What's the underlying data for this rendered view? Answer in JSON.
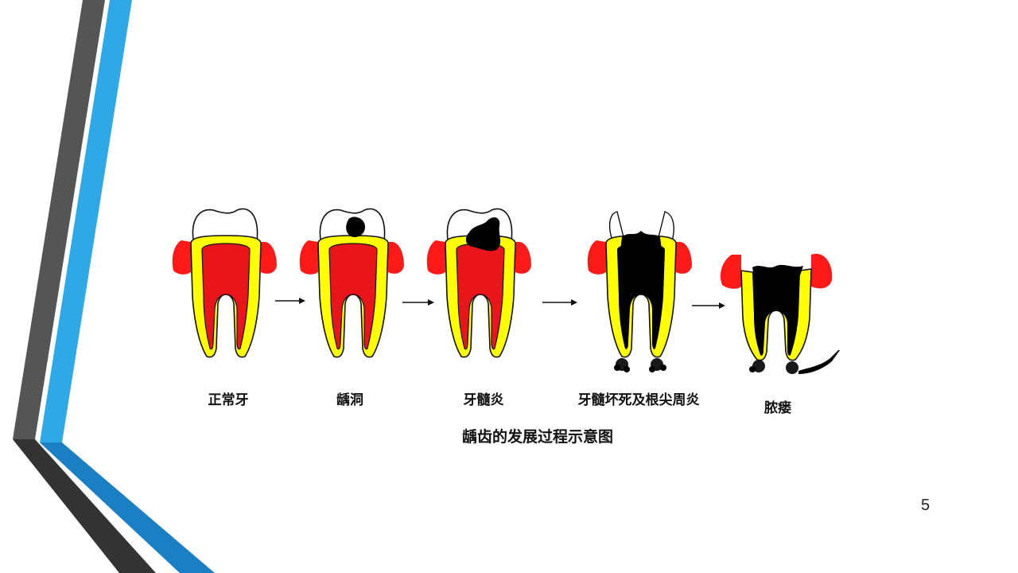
{
  "slide": {
    "page_number": "5",
    "accent_colors": {
      "dark": "#555555",
      "blue": "#2ea8e6",
      "deep_blue": "#1b7fc4",
      "darker": "#333333"
    }
  },
  "diagram": {
    "caption": "龋齿的发展过程示意图",
    "stages": [
      {
        "label": "正常牙"
      },
      {
        "label": "龋洞"
      },
      {
        "label": "牙髓炎"
      },
      {
        "label": "牙髓坏死及根尖周炎"
      },
      {
        "label": "脓瘘"
      }
    ],
    "colors": {
      "gum": "#ff1a1a",
      "dentin": "#ffff00",
      "pulp": "#e8161b",
      "decay": "#000000",
      "enamel": "#ffffff"
    }
  }
}
